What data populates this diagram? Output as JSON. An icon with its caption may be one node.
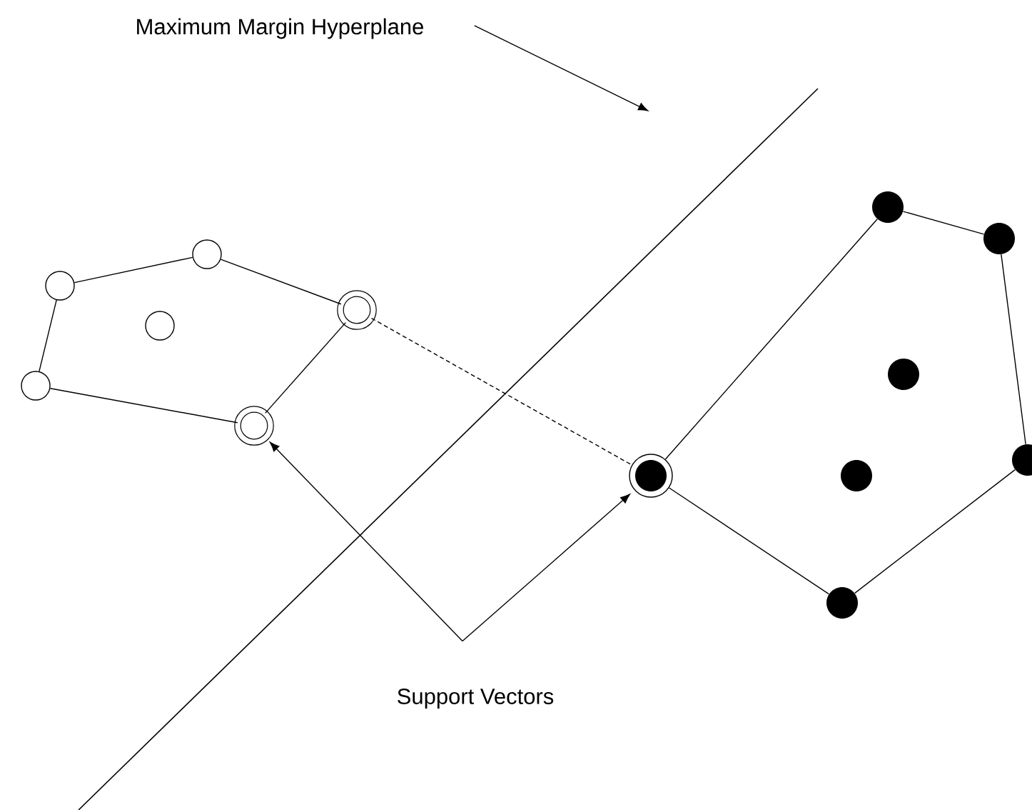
{
  "diagram": {
    "nodes": [
      {
        "text": [
          "Maximum Margin Hyperplane"
        ]
      },
      {
        "text": [],
        "shape": "circle"
      },
      {
        "text": [],
        "shape": "circle"
      },
      {
        "text": [],
        "shape": "circle"
      },
      {
        "text": [],
        "shape": "circle"
      },
      {
        "text": [],
        "shape": "ring"
      },
      {
        "text": [],
        "shape": "ring"
      },
      {
        "text": [],
        "shape": "target"
      },
      {
        "text": [],
        "shape": "dot"
      },
      {
        "text": [],
        "shape": "dot"
      },
      {
        "text": [],
        "shape": "dot"
      },
      {
        "text": [],
        "shape": "dot"
      },
      {
        "text": [],
        "shape": "dot"
      },
      {
        "text": [],
        "shape": "dot"
      },
      {
        "text": [
          "Support Vectors"
        ]
      }
    ],
    "edges": [
      {
        "from": 2,
        "to": 4,
        "arrow": "none"
      },
      {
        "from": 4,
        "to": 6,
        "arrow": "none"
      },
      {
        "from": 6,
        "to": 5,
        "arrow": "none"
      },
      {
        "from": 5,
        "to": 1,
        "arrow": "none"
      },
      {
        "from": 1,
        "to": 2,
        "arrow": "none"
      },
      {
        "from": 7,
        "to": 10,
        "arrow": "none"
      },
      {
        "from": 10,
        "to": 12,
        "arrow": "none"
      },
      {
        "from": 12,
        "to": 13,
        "arrow": "none"
      },
      {
        "from": 13,
        "to": 8,
        "arrow": "none"
      },
      {
        "from": 8,
        "to": 7,
        "arrow": "none"
      },
      {
        "from": 6,
        "to": 7,
        "arrow": "none",
        "style": "dashed"
      },
      {
        "from": 0,
        "to": null,
        "arrow": "to"
      },
      {
        "from": 14,
        "to": 5,
        "arrow": "to"
      },
      {
        "from": 14,
        "to": 7,
        "arrow": "to"
      }
    ]
  }
}
